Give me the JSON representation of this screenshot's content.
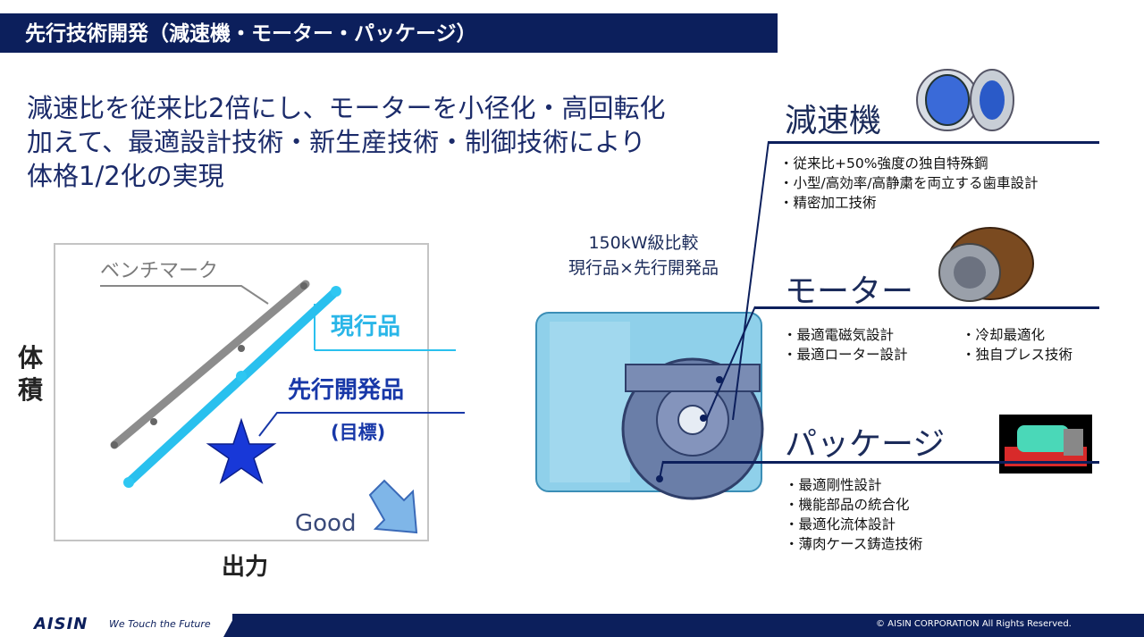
{
  "header": {
    "title": "先行技術開発（減速機・モーター・パッケージ）"
  },
  "headline": {
    "lines": [
      "減速比を従来比2倍にし、モーターを小径化・高回転化",
      "加えて、最適設計技術・新生産技術・制御技術により",
      "体格1/2化の実現"
    ]
  },
  "chart": {
    "benchmark_label": "ベンチマーク",
    "current_label": "現行品",
    "advanced_label": "先行開発品",
    "target_label": "(目標)",
    "y_axis_label_chars": [
      "体",
      "積"
    ],
    "x_axis_label": "出力",
    "good_label": "Good"
  },
  "comparison": {
    "line1": "150kW級比較",
    "line2": "現行品×先行開発品"
  },
  "sections": {
    "reducer": {
      "title": "減速機",
      "bullets": [
        "・従来比+50%強度の独自特殊鋼",
        "・小型/高効率/高静粛を両立する歯車設計",
        "・精密加工技術"
      ]
    },
    "motor": {
      "title": "モーター",
      "bullets_left": [
        "・最適電磁気設計",
        "・最適ローター設計"
      ],
      "bullets_right": [
        "・冷却最適化",
        "・独自プレス技術"
      ]
    },
    "package": {
      "title": "パッケージ",
      "bullets": [
        "・最適剛性設計",
        "・機能部品の統合化",
        "・最適化流体設計",
        "・薄肉ケース鋳造技術"
      ]
    }
  },
  "footer": {
    "logo": "AISIN",
    "tagline": "We Touch the Future",
    "copyright": "© AISIN CORPORATION All Rights Reserved."
  },
  "colors": {
    "navy": "#0c1f5c",
    "benchmark_gray": "#8c8c8c",
    "current_cyan": "#29c0ee",
    "target_blue": "#1838c8"
  },
  "icons": [
    "good-arrow-icon",
    "target-star-icon",
    "reducer-gear-icon",
    "motor-stator-icon",
    "package-unit-icon",
    "transaxle-image"
  ]
}
